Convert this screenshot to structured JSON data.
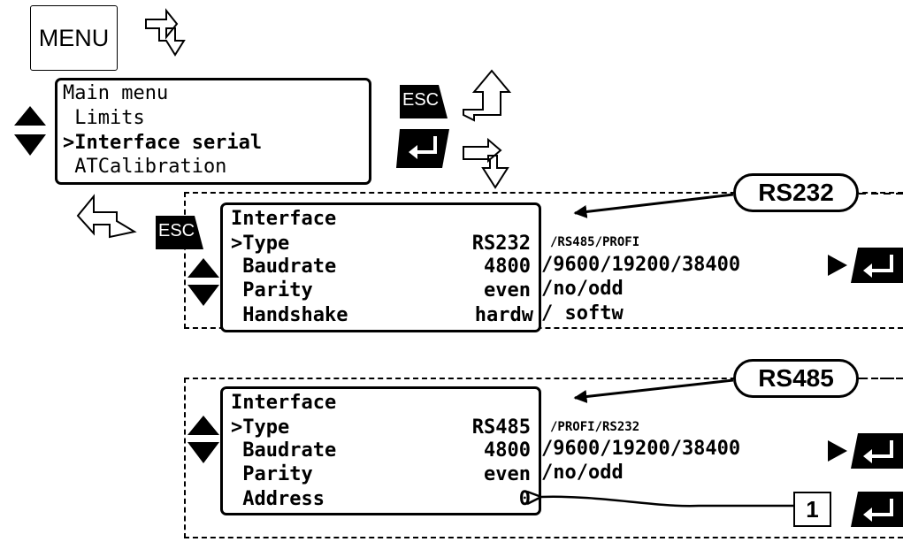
{
  "menu_button": "MENU",
  "esc_label": "ESC",
  "main_menu": {
    "title": "Main menu",
    "items": [
      " Limits",
      ">Interface serial",
      " ATCalibration"
    ]
  },
  "rs232_panel": {
    "tag": "RS232",
    "title": "Interface",
    "rows": [
      {
        "label": ">Type",
        "value": "RS232",
        "options": "/RS485/PROFI"
      },
      {
        "label": " Baudrate",
        "value": "4800",
        "options": "/9600/19200/38400"
      },
      {
        "label": " Parity",
        "value": "even",
        "options": "/no/odd"
      },
      {
        "label": " Handshake",
        "value": "hardw",
        "options": "/ softw"
      }
    ]
  },
  "rs485_panel": {
    "tag": "RS485",
    "title": "Interface",
    "rows": [
      {
        "label": ">Type",
        "value": "RS485",
        "options": "/PROFI/RS232"
      },
      {
        "label": " Baudrate",
        "value": "4800",
        "options": "/9600/19200/38400"
      },
      {
        "label": " Parity",
        "value": "even",
        "options": "/no/odd"
      },
      {
        "label": " Address",
        "value": "0",
        "options": ""
      }
    ],
    "address_example": "1"
  }
}
